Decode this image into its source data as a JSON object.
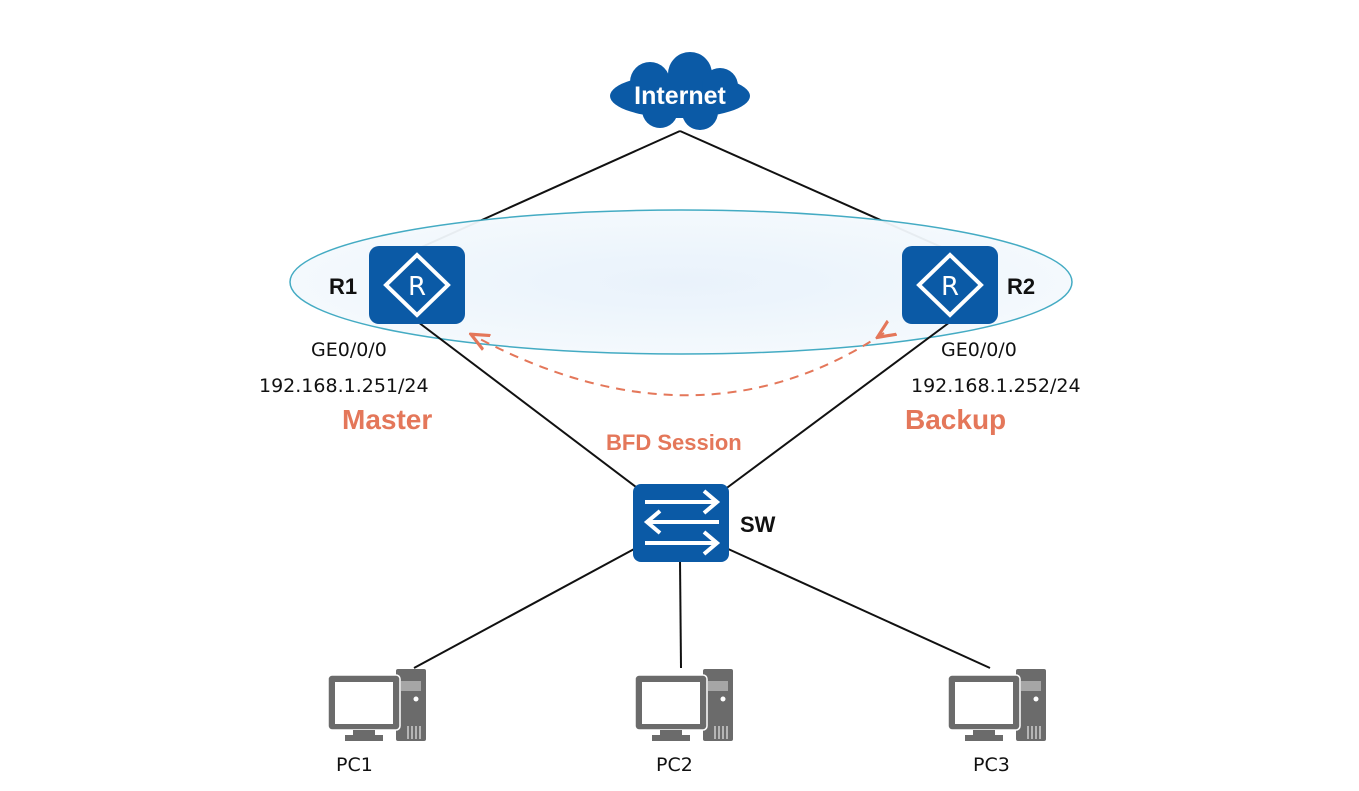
{
  "colors": {
    "device_blue": "#0b5aa6",
    "role_orange": "#e4775a",
    "pc_gray": "#6b6b6b",
    "ellipse": "#3aa7c0"
  },
  "internet": {
    "label": "Internet",
    "icon": "cloud-icon"
  },
  "routers": [
    {
      "name": "R1",
      "interface": "GE0/0/0",
      "ip": "192.168.1.251/24",
      "role": "Master",
      "icon": "router-icon"
    },
    {
      "name": "R2",
      "interface": "GE0/0/0",
      "ip": "192.168.1.252/24",
      "role": "Backup",
      "icon": "router-icon"
    }
  ],
  "bfd": {
    "label": "BFD Session"
  },
  "switch": {
    "name": "SW",
    "icon": "switch-icon"
  },
  "pcs": [
    {
      "name": "PC1",
      "icon": "pc-icon"
    },
    {
      "name": "PC2",
      "icon": "pc-icon"
    },
    {
      "name": "PC3",
      "icon": "pc-icon"
    }
  ]
}
